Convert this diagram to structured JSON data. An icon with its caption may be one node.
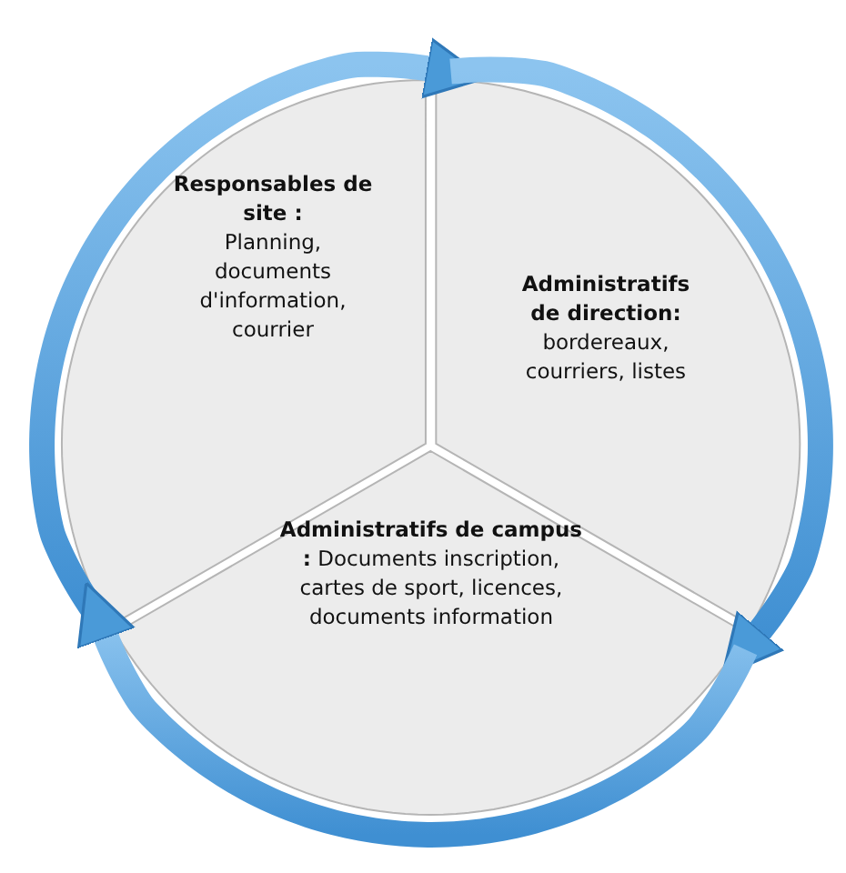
{
  "diagram": {
    "nodes": [
      {
        "text": [
          "Responsables de site :",
          "Planning, documents d'information, courrier"
        ]
      },
      {
        "text": [
          "Administratifs de direction:",
          "bordereaux, courriers, listes"
        ]
      },
      {
        "text": [
          "Administratifs de campus :",
          "Documents inscription, cartes de sport, licences, documents information"
        ]
      }
    ],
    "edges": [
      {
        "from": 0,
        "to": 1,
        "arrow": "to"
      },
      {
        "from": 1,
        "to": 2,
        "arrow": "to"
      },
      {
        "from": 2,
        "to": 0,
        "arrow": "to"
      }
    ]
  }
}
